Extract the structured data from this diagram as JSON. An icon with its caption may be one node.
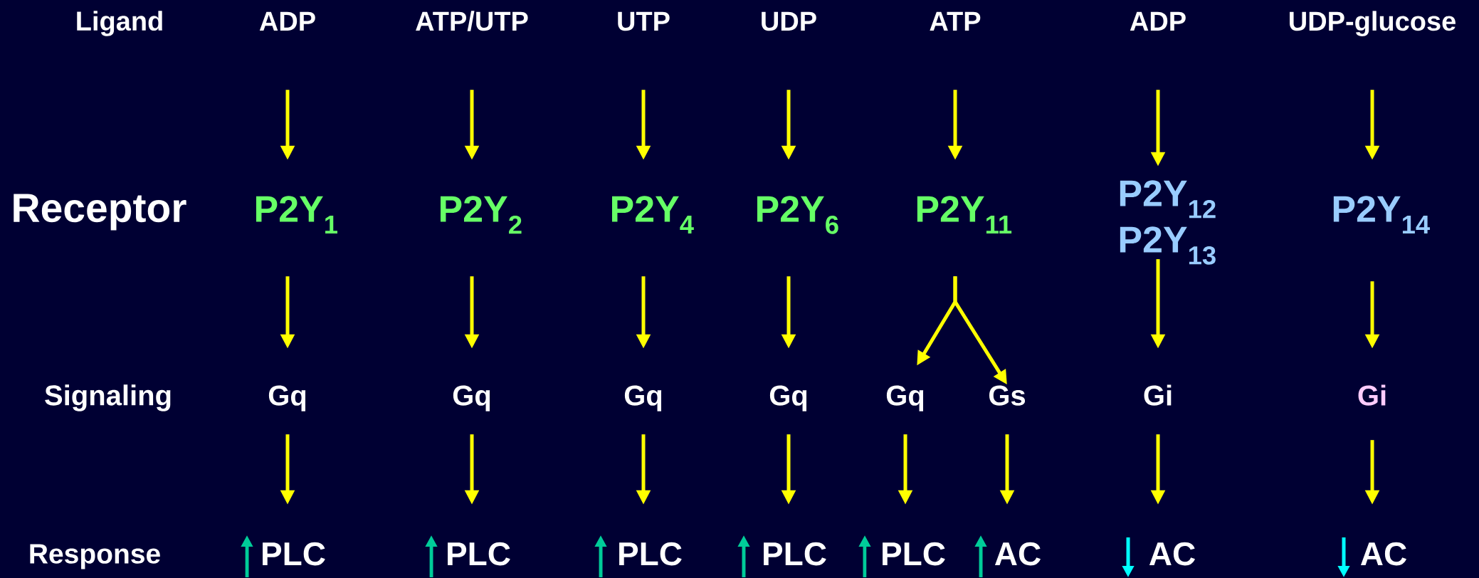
{
  "diagram": {
    "nodes": [
      {
        "text": [
          "ADP"
        ]
      },
      {
        "text": [
          "ATP/UTP"
        ]
      },
      {
        "text": [
          "UTP"
        ]
      },
      {
        "text": [
          "UDP"
        ]
      },
      {
        "text": [
          "ATP"
        ]
      },
      {
        "text": [
          "ADP"
        ]
      },
      {
        "text": [
          "UDP-glucose"
        ]
      },
      {
        "text": [
          "P2Y$_{1}$"
        ]
      },
      {
        "text": [
          "P2Y$_{2}$"
        ]
      },
      {
        "text": [
          "P2Y$_{4}$"
        ]
      },
      {
        "text": [
          "P2Y$_{6}$"
        ]
      },
      {
        "text": [
          "P2Y$_{11}$"
        ]
      },
      {
        "text": [
          "P2Y$_{12}$",
          "P2Y$_{13}$"
        ]
      },
      {
        "text": [
          "P2Y$_{14}$"
        ]
      },
      {
        "text": [
          "Gq"
        ]
      },
      {
        "text": [
          "Gq"
        ]
      },
      {
        "text": [
          "Gq"
        ]
      },
      {
        "text": [
          "Gq"
        ]
      },
      {
        "text": [
          "Gq"
        ]
      },
      {
        "text": [
          "Gs"
        ]
      },
      {
        "text": [
          "Gi"
        ]
      },
      {
        "text": [
          "Gi"
        ]
      },
      {
        "text": [
          "PLC"
        ]
      },
      {
        "text": [
          "PLC"
        ]
      },
      {
        "text": [
          "PLC"
        ]
      },
      {
        "text": [
          "PLC"
        ]
      },
      {
        "text": [
          "PLC"
        ]
      },
      {
        "text": [
          "AC"
        ]
      },
      {
        "text": [
          "AC"
        ]
      },
      {
        "text": [
          "AC"
        ]
      }
    ],
    "edges": [
      {
        "from": 0,
        "to": 7,
        "arrow": "to"
      },
      {
        "from": 1,
        "to": 8,
        "arrow": "to"
      },
      {
        "from": 2,
        "to": 9,
        "arrow": "to"
      },
      {
        "from": 3,
        "to": 10,
        "arrow": "to"
      },
      {
        "from": 4,
        "to": 11,
        "arrow": "to"
      },
      {
        "from": 5,
        "to": 12,
        "arrow": "to"
      },
      {
        "from": 6,
        "to": 13,
        "arrow": "to"
      },
      {
        "from": 7,
        "to": 14,
        "arrow": "to"
      },
      {
        "from": 8,
        "to": 15,
        "arrow": "to"
      },
      {
        "from": 9,
        "to": 16,
        "arrow": "to"
      },
      {
        "from": 10,
        "to": 17,
        "arrow": "to"
      },
      {
        "from": 11,
        "to": 18,
        "arrow": "to"
      },
      {
        "from": 11,
        "to": 19,
        "arrow": "to"
      },
      {
        "from": 12,
        "to": 20,
        "arrow": "to"
      },
      {
        "from": 13,
        "to": 21,
        "arrow": "to"
      },
      {
        "from": 14,
        "to": 22,
        "arrow": "to"
      },
      {
        "from": 15,
        "to": 23,
        "arrow": "to"
      },
      {
        "from": 16,
        "to": 24,
        "arrow": "to"
      },
      {
        "from": 17,
        "to": 25,
        "arrow": "to"
      },
      {
        "from": 18,
        "to": 26,
        "arrow": "to"
      },
      {
        "from": 19,
        "to": 27,
        "arrow": "to"
      },
      {
        "from": 20,
        "to": 28,
        "arrow": "to"
      },
      {
        "from": 21,
        "to": 29,
        "arrow": "to"
      }
    ],
    "labels": [
      "Ligand",
      "Receptor",
      "Signaling",
      "Response"
    ]
  }
}
